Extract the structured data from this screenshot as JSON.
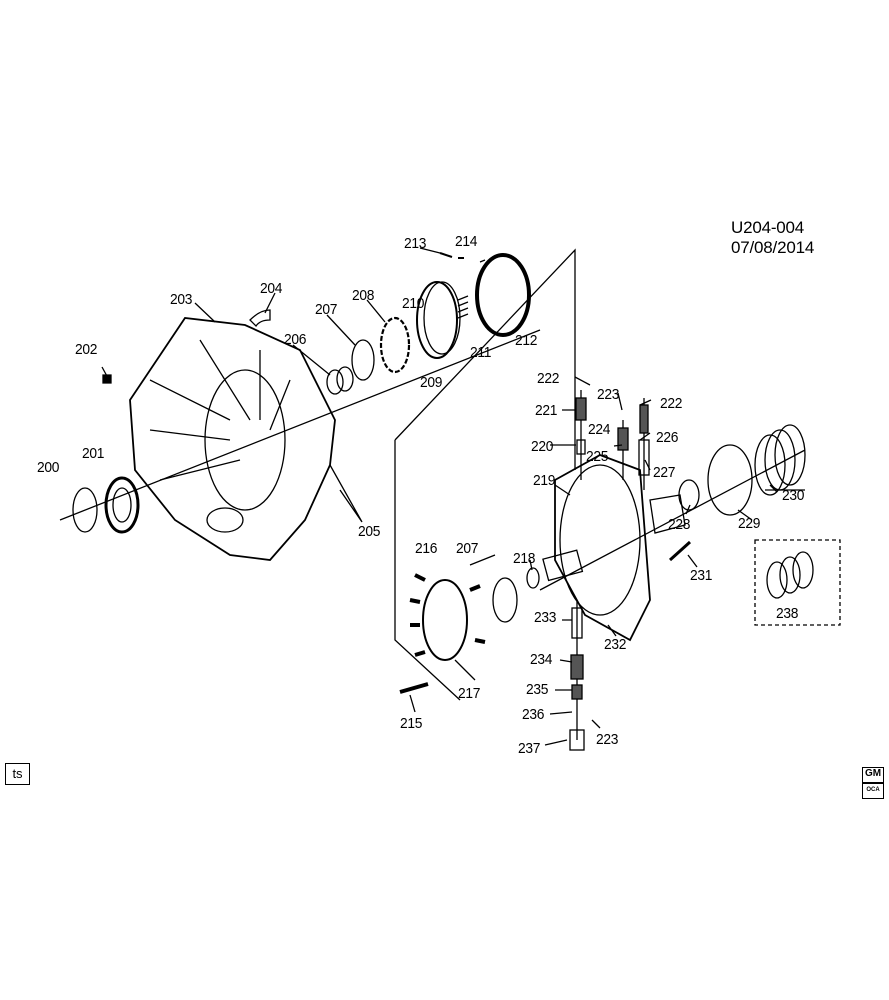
{
  "header": {
    "diagram_id": "U204-004",
    "date": "07/08/2014"
  },
  "footer": {
    "badge": "ts",
    "logo_top": "GM",
    "logo_bottom": "OCA"
  },
  "callouts": [
    "200",
    "201",
    "202",
    "203",
    "204",
    "205",
    "206",
    "207",
    "208",
    "209",
    "210",
    "211",
    "212",
    "213",
    "214",
    "215",
    "216",
    "207",
    "217",
    "218",
    "219",
    "220",
    "221",
    "222",
    "222",
    "223",
    "223",
    "224",
    "225",
    "226",
    "227",
    "228",
    "229",
    "230",
    "231",
    "232",
    "233",
    "234",
    "235",
    "236",
    "237",
    "238"
  ]
}
